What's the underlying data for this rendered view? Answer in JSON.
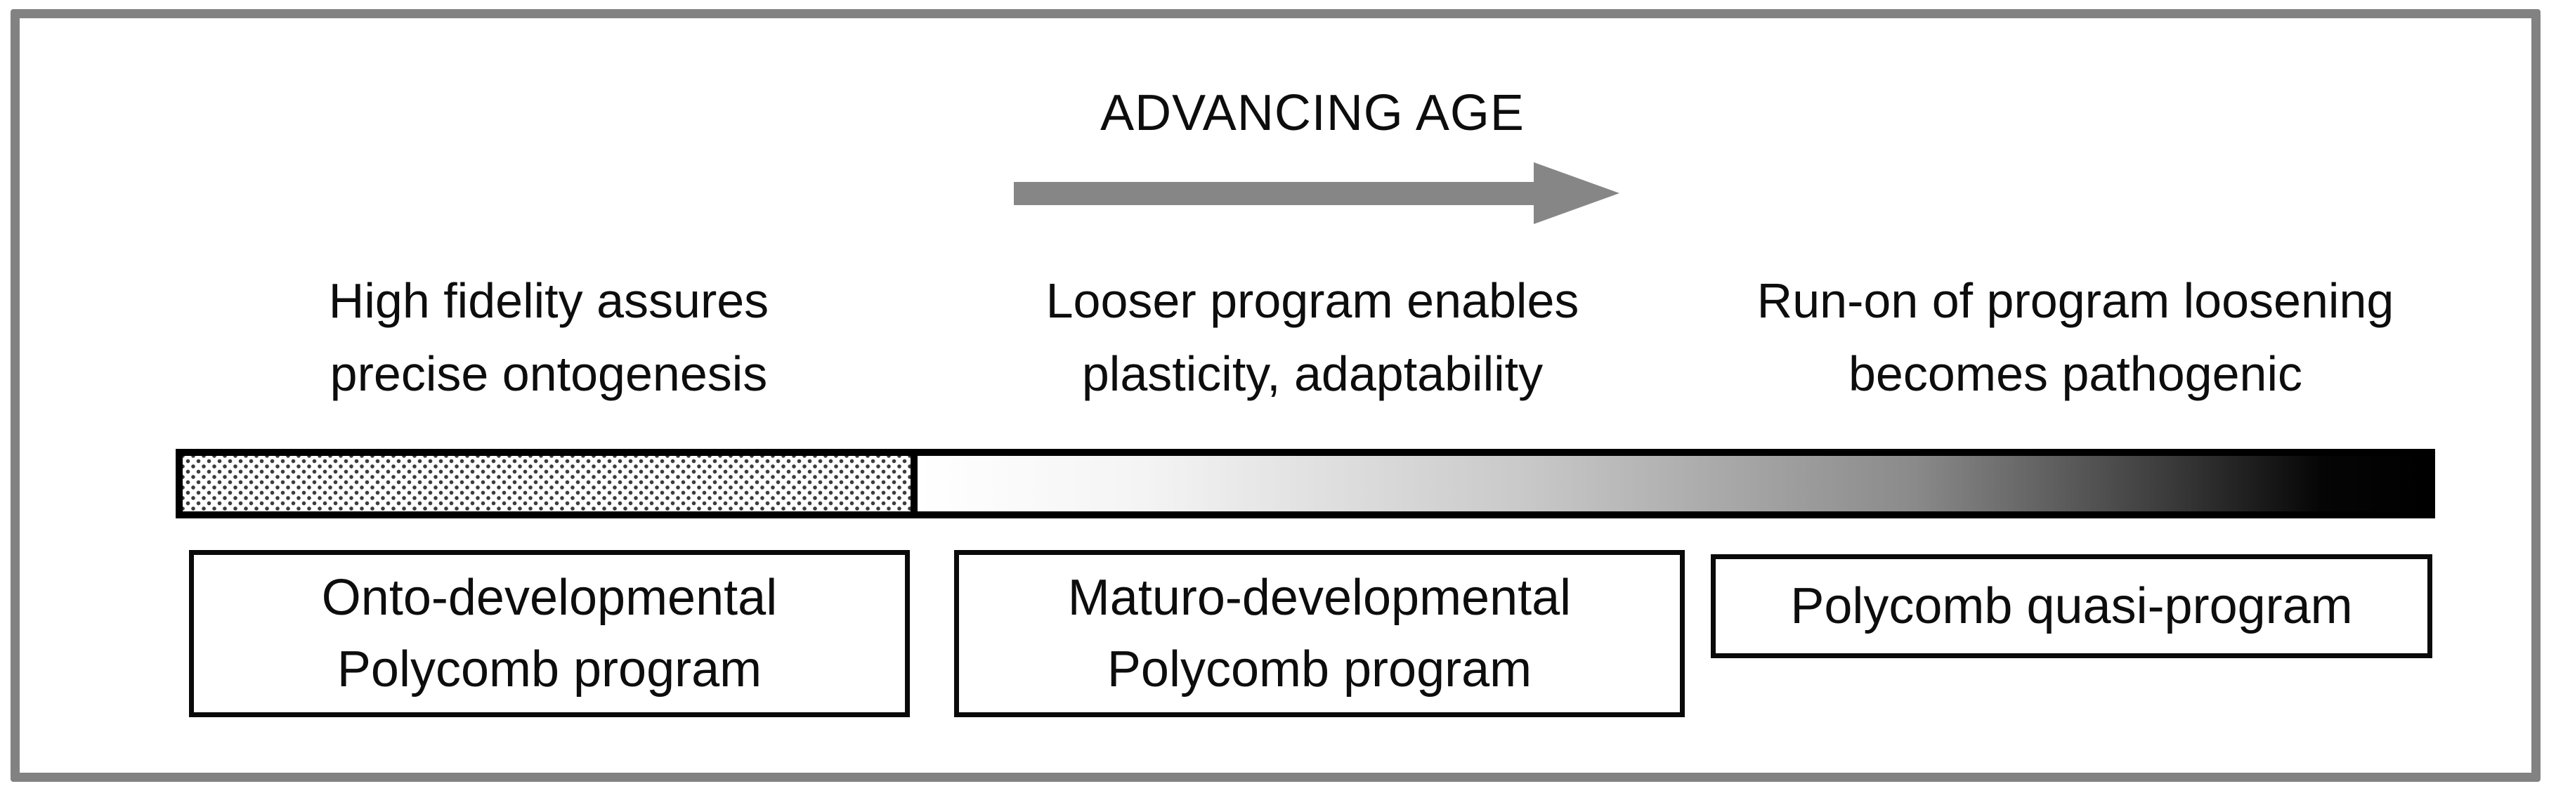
{
  "figure": {
    "title": "ADVANCING AGE",
    "arrow": {
      "icon": "right-arrow-icon",
      "color": "#868686",
      "direction": "right"
    },
    "captions": [
      {
        "line1": "High fidelity assures",
        "line2": "precise ontogenesis"
      },
      {
        "line1": "Looser program enables",
        "line2": "plasticity, adaptability"
      },
      {
        "line1": "Run-on of program loosening",
        "line2": "becomes pathogenic"
      }
    ],
    "bar": {
      "segments": [
        "stippled-texture-segment",
        "white-to-black-gradient-segment"
      ],
      "border_color": "#000000",
      "gradient_start": "#ffffff",
      "gradient_end": "#000000"
    },
    "boxes": [
      {
        "line1": "Onto-developmental",
        "line2": "Polycomb program"
      },
      {
        "line1": "Maturo-developmental",
        "line2": "Polycomb program"
      },
      {
        "line1": "Polycomb quasi-program"
      }
    ],
    "colors": {
      "frame": "#828282",
      "arrow": "#868686",
      "text": "#0d0d0d",
      "background": "#ffffff"
    }
  }
}
